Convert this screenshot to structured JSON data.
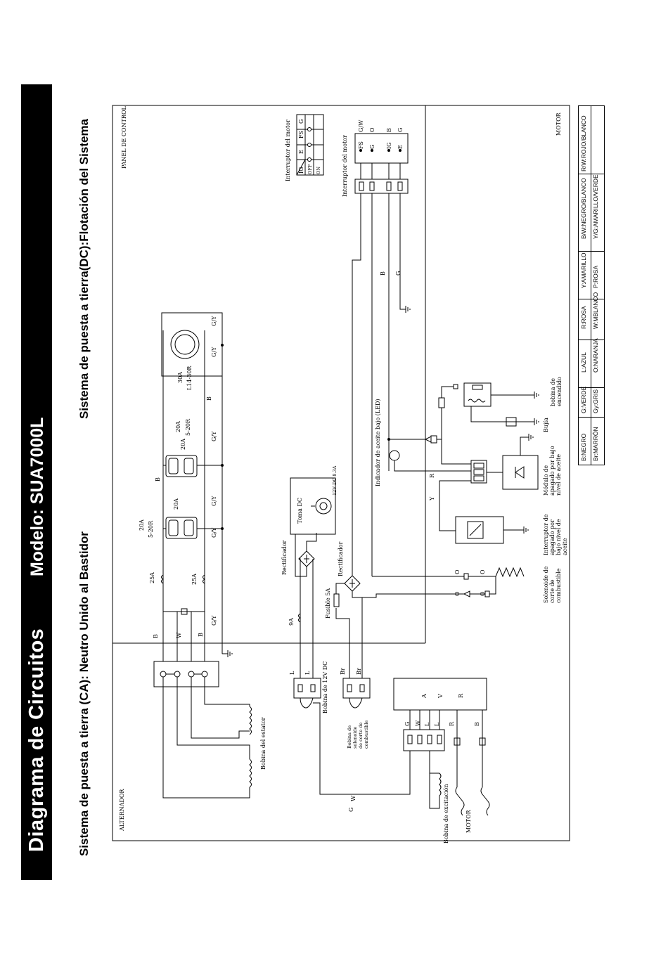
{
  "title": "Diagrama de Circuitos",
  "model": "Modelo: SUA7000L",
  "subtitles": {
    "ac": "Sistema de puesta a tierra (CA): Neutro Unido al Bastidor",
    "dc": "Sistema de puesta a tierra(DC):Flotación del Sistema"
  },
  "sections": {
    "alternador": "ALTERNADOR",
    "panel": "PANEL DE CONTROL",
    "motor_top": "MOTOR",
    "motor_bottom": "MOTOR"
  },
  "components": {
    "bobina_estator": "Bobina del estator",
    "bobina_excitacion": "Bobina de excitación",
    "bobina_solenoide": "Bobina de solenoide de corte de combustible",
    "bobina_12v": "Bobina de 12V DC",
    "rectificador_1": "Rectificador",
    "rectificador_2": "Rectificador",
    "fusible": "Fusible 5A",
    "toma_dc": "Toma DC",
    "toma_dc_rating": "12V DC 8.3A",
    "indicador_aceite": "Indicador de aceite bajo (LED)",
    "modulo_apagado": "Módulo de apagado por bajo nivel de aceite",
    "interruptor_apagado": "Interruptor de apagado por bajo nivel de aceite",
    "solenoide_corte": "Solenoide de corte de combustible",
    "bujia": "Bujía",
    "bobina_encendido": "bobina de encendido",
    "interruptor_motor_1": "Interruptor del motor",
    "interruptor_motor_2": "Interruptor del motor"
  },
  "ratings": {
    "b25a_1": "25A",
    "b25a_2": "25A",
    "b9a": "9A",
    "r20a_1": "20A",
    "r20a_1_type": "5-20R",
    "r20a_2": "20A",
    "r20a_2_type": "5-20R",
    "b20a_1": "20A",
    "b20a_2": "20A",
    "r30a": "30A",
    "r30a_type": "L14-30R"
  },
  "switch_table": {
    "headers": [
      "IG",
      "E",
      "FS",
      "G"
    ],
    "rows": [
      "OFF",
      "ON"
    ]
  },
  "wire_labels": {
    "b": "B",
    "w": "W",
    "gy": "G/Y",
    "gw": "G/W",
    "g": "G",
    "l": "L",
    "br": "Br",
    "r": "R",
    "y": "Y",
    "o": "O",
    "a": "A",
    "v": "V",
    "fs": "FS",
    "ig": "IG",
    "e": "E"
  },
  "legend": [
    [
      "B:NEGRO",
      "Br:MARRÓN"
    ],
    [
      "G:VERDE",
      "Gy:GRIS"
    ],
    [
      "L:AZUL",
      "O:NARANJA"
    ],
    [
      "R:ROSA",
      "W:MBLANCO"
    ],
    [
      "Y:AMARILLO",
      "P:ROSA"
    ],
    [
      "B/W:NEGRO/BLANCO",
      "Y/G:AMARILLO/VERDE"
    ],
    [
      "R/W:ROJO/BLANCO",
      ""
    ]
  ],
  "colors": {
    "title_bg": "#000000",
    "title_fg": "#ffffff",
    "line": "#000000"
  }
}
